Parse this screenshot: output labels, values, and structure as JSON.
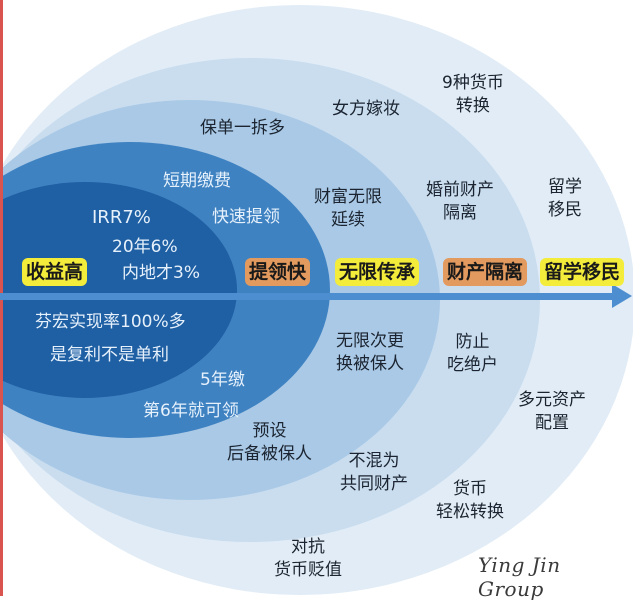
{
  "diagram": {
    "type": "concentric-rings",
    "rings": [
      {
        "id": "core",
        "color": "#1f5fa3"
      },
      {
        "id": "ring2",
        "color": "#3f82c2"
      },
      {
        "id": "ring3",
        "color": "#a9c9e6"
      },
      {
        "id": "ring4",
        "color": "#c9ddef"
      },
      {
        "id": "ring5",
        "color": "#e1ecf6"
      }
    ],
    "axis_color": "#4d8ed0",
    "categories": [
      {
        "label": "收益高",
        "color": "#f3ec3b"
      },
      {
        "label": "提领快",
        "color": "#e29a5e"
      },
      {
        "label": "无限传承",
        "color": "#f3ec3b"
      },
      {
        "label": "财产隔离",
        "color": "#e29a5e"
      },
      {
        "label": "留学移民",
        "color": "#f3ec3b"
      }
    ],
    "core_items": {
      "irr": "IRR7%",
      "twenty_year": "20年6%",
      "mainland": "内地才3%",
      "fulfillment": "芬宏实现率100%多",
      "compound": "是复利不是单利"
    },
    "ring2_items": {
      "short_pay": "短期缴费",
      "fast_withdraw": "快速提领",
      "five_year": "5年缴",
      "sixth_year": "第6年就可领"
    },
    "ring3_items": {
      "policy_split": "保单一拆多",
      "wealth_line1": "财富无限",
      "wealth_line2": "延续",
      "change_line1": "无限次更",
      "change_line2": "换被保人",
      "preset_line1": "预设",
      "preset_line2": "后备被保人"
    },
    "ring4_items": {
      "dowry": "女方嫁妆",
      "premarital_line1": "婚前财产",
      "premarital_line2": "隔离",
      "prevent_line1": "防止",
      "prevent_line2": "吃绝户",
      "notmixed_line1": "不混为",
      "notmixed_line2": "共同财产",
      "hedge_line1": "对抗",
      "hedge_line2": "货币贬值"
    },
    "ring5_items": {
      "currency9_line1": "9种货币",
      "currency9_line2": "转换",
      "study_line1": "留学",
      "study_line2": "移民",
      "multi_line1": "多元资产",
      "multi_line2": "配置",
      "easy_line1": "货币",
      "easy_line2": "轻松转换"
    },
    "brand": "Ying Jin Group"
  }
}
